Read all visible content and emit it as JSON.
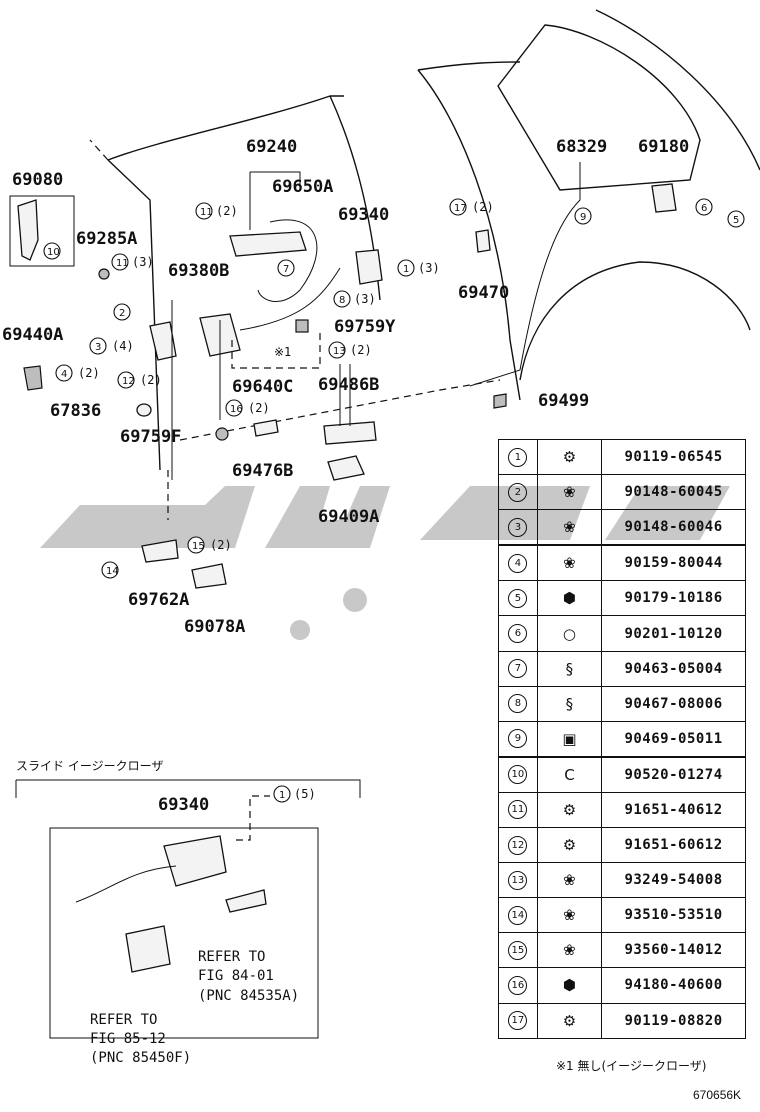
{
  "labels": {
    "p69080": "69080",
    "p69240": "69240",
    "p69650A": "69650A",
    "p69340": "69340",
    "p68329": "68329",
    "p69180": "69180",
    "p69285A": "69285A",
    "p69380B": "69380B",
    "p69470": "69470",
    "p69440A": "69440A",
    "p69759Y": "69759Y",
    "p69486B": "69486B",
    "p69640C": "69640C",
    "p67836": "67836",
    "p69499": "69499",
    "p69759F": "69759F",
    "p69476B": "69476B",
    "p69409A": "69409A",
    "p69762A": "69762A",
    "p69078A": "69078A",
    "p69340_inset": "69340"
  },
  "callouts": {
    "c11_2": "(2)",
    "c11_3": "(3)",
    "c2": "",
    "c3_4": "(4)",
    "c4_2": "(2)",
    "c12_2": "(2)",
    "c7": "",
    "c8_3": "(3)",
    "c1_3": "(3)",
    "c13_2": "(2)",
    "c16_2": "(2)",
    "c17_2": "(2)",
    "c15_2": "(2)",
    "c1_5": "(5)",
    "note1": "※1"
  },
  "inset": {
    "title": "スライド イージークローザ",
    "refer1_line1": "REFER TO",
    "refer1_line2": "FIG 84-01",
    "refer1_line3": "(PNC 84535A)",
    "refer2_line1": "REFER TO",
    "refer2_line2": "FIG 85-12",
    "refer2_line3": "(PNC 85450F)"
  },
  "parts_table": [
    {
      "num": "1",
      "part": "90119-06545",
      "icon": "bolt-icon"
    },
    {
      "num": "2",
      "part": "90148-60045",
      "icon": "screw-icon"
    },
    {
      "num": "3",
      "part": "90148-60046",
      "icon": "screw-icon"
    },
    {
      "num": "4",
      "part": "90159-80044",
      "icon": "screw-icon"
    },
    {
      "num": "5",
      "part": "90179-10186",
      "icon": "nut-icon"
    },
    {
      "num": "6",
      "part": "90201-10120",
      "icon": "washer-icon"
    },
    {
      "num": "7",
      "part": "90463-05004",
      "icon": "clip-icon"
    },
    {
      "num": "8",
      "part": "90467-08006",
      "icon": "clip-icon"
    },
    {
      "num": "9",
      "part": "90469-05011",
      "icon": "clamp-icon"
    },
    {
      "num": "10",
      "part": "90520-01274",
      "icon": "ring-icon"
    },
    {
      "num": "11",
      "part": "91651-40612",
      "icon": "bolt-icon"
    },
    {
      "num": "12",
      "part": "91651-60612",
      "icon": "bolt-icon"
    },
    {
      "num": "13",
      "part": "93249-54008",
      "icon": "screw-icon"
    },
    {
      "num": "14",
      "part": "93510-53510",
      "icon": "screw-icon"
    },
    {
      "num": "15",
      "part": "93560-14012",
      "icon": "screw-icon"
    },
    {
      "num": "16",
      "part": "94180-40600",
      "icon": "nut-icon"
    },
    {
      "num": "17",
      "part": "90119-08820",
      "icon": "bolt-icon"
    }
  ],
  "footnote": "※1 無し(イージークローザ)",
  "diagram_code": "670656K"
}
